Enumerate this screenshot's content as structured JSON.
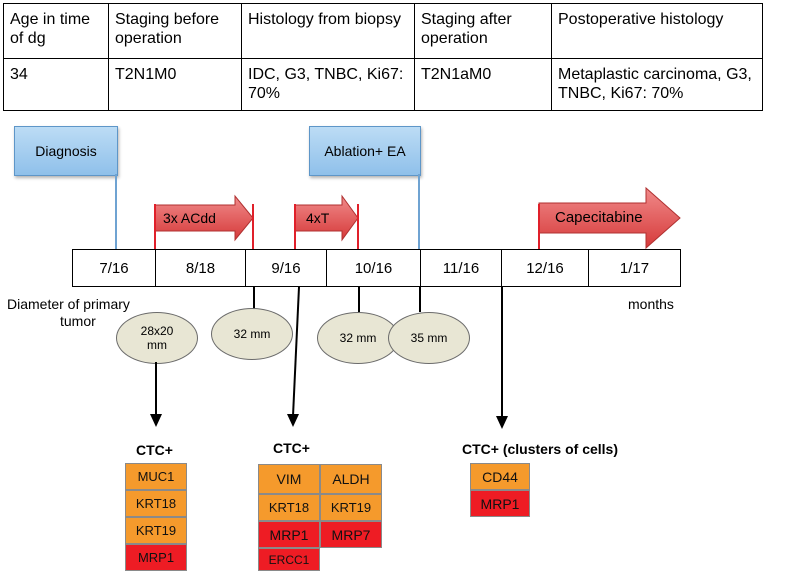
{
  "table": {
    "headers": [
      "Age in time of dg",
      "Staging before operation",
      "Histology from biopsy",
      "Staging after operation",
      "Postoperative histology"
    ],
    "row": [
      "34",
      "T2N1M0",
      "IDC, G3, TNBC, Ki67: 70%",
      "T2N1aM0",
      "Metaplastic carcinoma, G3, TNBC, Ki67: 70%"
    ]
  },
  "callouts": {
    "diagnosis": "Diagnosis",
    "ablation": "Ablation+ EA"
  },
  "treatments": [
    "3x ACdd",
    "4xT",
    "Capecitabine"
  ],
  "timeline": [
    "7/16",
    "8/18",
    "9/16",
    "10/16",
    "11/16",
    "12/16",
    "1/17"
  ],
  "labels": {
    "diameter_line1": "Diameter of primary",
    "diameter_line2": "tumor",
    "months": "months"
  },
  "measurements": [
    "28x20 mm",
    "32 mm",
    "32 mm",
    "35 mm"
  ],
  "ctc": {
    "group1": {
      "title": "CTC+",
      "markers": [
        "MUC1",
        "KRT18",
        "KRT19",
        "MRP1"
      ]
    },
    "group2": {
      "title": "CTC+",
      "markers": [
        "VIM",
        "ALDH",
        "KRT18",
        "KRT19",
        "MRP1",
        "MRP7",
        "ERCC1"
      ]
    },
    "group3": {
      "title": "CTC+ (clusters of cells)",
      "markers": [
        "CD44",
        "MRP1"
      ]
    }
  },
  "colors": {
    "orange": "#f59a2c",
    "red": "#ee1c24",
    "arrow": "#e85a5a",
    "callout": "#8fc0ea",
    "ellipse": "#e8e6d4"
  }
}
